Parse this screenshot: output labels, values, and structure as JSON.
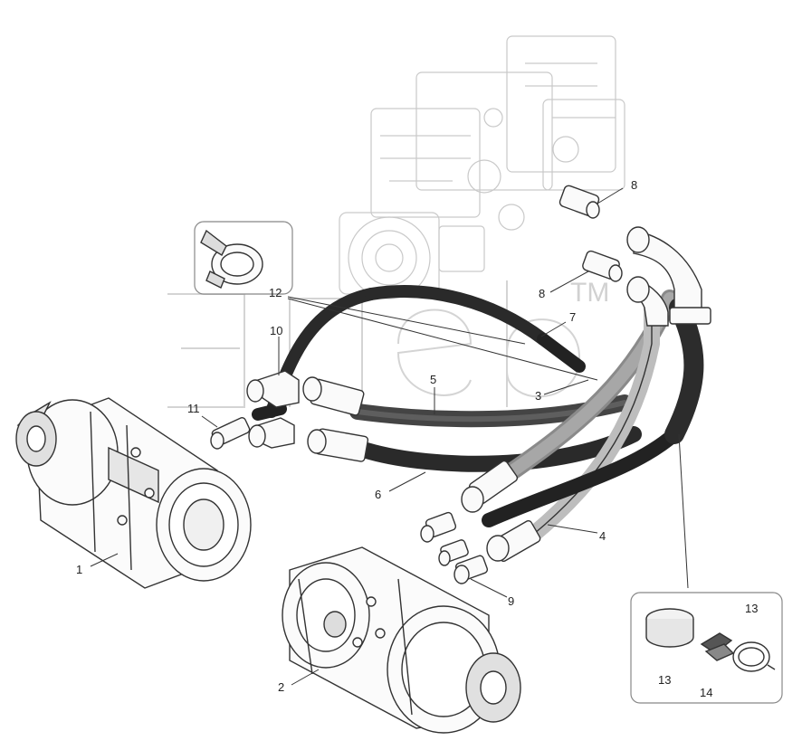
{
  "diagram": {
    "watermark": "TM",
    "callouts": [
      "1",
      "2",
      "3",
      "4",
      "5",
      "6",
      "7",
      "8",
      "8",
      "9",
      "10",
      "11",
      "12",
      "13",
      "13",
      "14"
    ]
  }
}
